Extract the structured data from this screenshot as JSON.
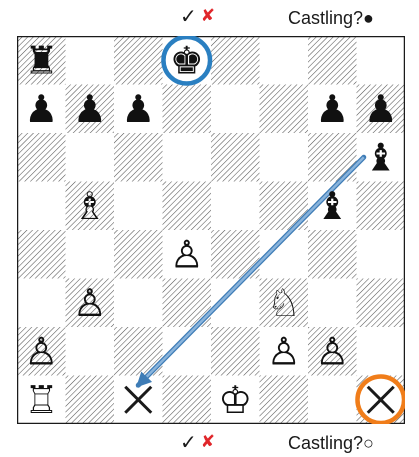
{
  "top_bar": {
    "check_mark": "✓",
    "cross_mark": "✘",
    "castling_label": "Castling?●"
  },
  "bottom_bar": {
    "check_mark": "✓",
    "cross_mark": "✘",
    "castling_label": "Castling?○"
  },
  "board": {
    "light_square_color": "#ffffff",
    "dark_square_hatch_color": "#555555",
    "border_color": "#1a1a1a",
    "pieces": [
      {
        "square": "a8",
        "piece": "black-rook",
        "glyph": "♜"
      },
      {
        "square": "d8",
        "piece": "black-king",
        "glyph": "♚"
      },
      {
        "square": "a7",
        "piece": "black-pawn",
        "glyph": "♟"
      },
      {
        "square": "b7",
        "piece": "black-pawn",
        "glyph": "♟"
      },
      {
        "square": "c7",
        "piece": "black-pawn",
        "glyph": "♟"
      },
      {
        "square": "g7",
        "piece": "black-pawn",
        "glyph": "♟"
      },
      {
        "square": "h7",
        "piece": "black-pawn",
        "glyph": "♟"
      },
      {
        "square": "h6",
        "piece": "black-bishop",
        "glyph": "♝"
      },
      {
        "square": "b5",
        "piece": "white-bishop",
        "glyph": "♗"
      },
      {
        "square": "g5",
        "piece": "black-bishop",
        "glyph": "♝"
      },
      {
        "square": "d4",
        "piece": "white-pawn",
        "glyph": "♙"
      },
      {
        "square": "b3",
        "piece": "white-pawn",
        "glyph": "♙"
      },
      {
        "square": "f3",
        "piece": "white-knight",
        "glyph": "♘"
      },
      {
        "square": "a2",
        "piece": "white-pawn",
        "glyph": "♙"
      },
      {
        "square": "f2",
        "piece": "white-pawn",
        "glyph": "♙"
      },
      {
        "square": "g2",
        "piece": "white-pawn",
        "glyph": "♙"
      },
      {
        "square": "a1",
        "piece": "white-rook",
        "glyph": "♖"
      },
      {
        "square": "e1",
        "piece": "white-king",
        "glyph": "♔"
      }
    ],
    "highlight_blue": {
      "square": "d8",
      "color": "#2a7fc1"
    },
    "highlight_orange": {
      "square": "h1",
      "color": "#f07d1a"
    },
    "cross_markers": [
      {
        "square": "c1",
        "color": "#1a1a1a"
      },
      {
        "square": "h1",
        "color": "#1a1a1a"
      }
    ],
    "arrow": {
      "from": "h6",
      "to": "c1",
      "color": "#8ab4dc",
      "outline_color": "#3e7cb6"
    }
  }
}
